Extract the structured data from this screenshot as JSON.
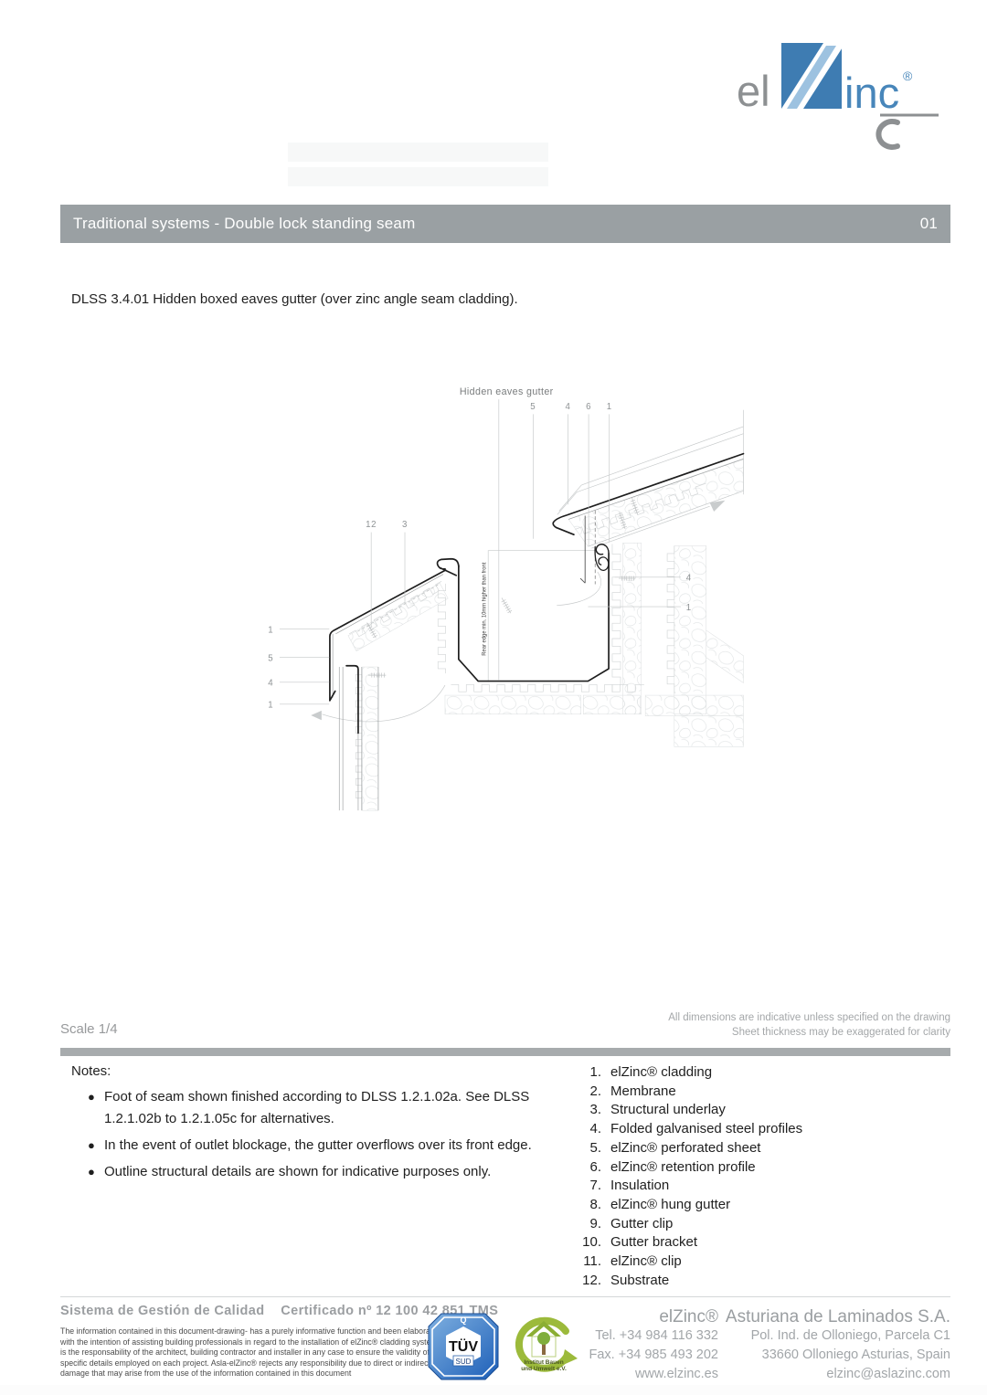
{
  "logo": {
    "el": "el",
    "inc": "inc",
    "reg": "®"
  },
  "header": {
    "title": "Traditional systems - Double lock standing seam",
    "page": "01"
  },
  "doc": {
    "title": "DLSS 3.4.01  Hidden boxed eaves gutter (over zinc angle seam cladding)."
  },
  "drawing": {
    "caption": "Hidden eaves gutter",
    "vertical_note": "Rear edge min. 10mm higher than front",
    "callouts_top": [
      "5",
      "4",
      "6",
      "1"
    ],
    "callouts_upper": [
      "12",
      "3"
    ],
    "callouts_left": [
      "1",
      "5",
      "4",
      "1"
    ],
    "callouts_right": [
      "4",
      "1"
    ]
  },
  "scale": {
    "label": "Scale 1/4"
  },
  "disclaimer": {
    "line1": "All dimensions are indicative unless specified on the drawing",
    "line2": "Sheet thickness may be exaggerated for clarity"
  },
  "notes": {
    "heading": "Notes:",
    "bullet": "●",
    "items": [
      "Foot of seam shown finished according to DLSS 1.2.1.02a.  See DLSS 1.2.1.02b to 1.2.1.05c for alternatives.",
      "In the event of outlet blockage, the gutter overflows over its front edge.",
      "Outline structural details are shown for indicative purposes only."
    ]
  },
  "legend": {
    "items": [
      {
        "num": "1.",
        "label": "elZinc® cladding"
      },
      {
        "num": "2.",
        "label": "Membrane"
      },
      {
        "num": "3.",
        "label": "Structural underlay"
      },
      {
        "num": "4.",
        "label": "Folded galvanised steel profiles"
      },
      {
        "num": "5.",
        "label": "elZinc® perforated sheet"
      },
      {
        "num": "6.",
        "label": "elZinc® retention profile"
      },
      {
        "num": "7.",
        "label": "Insulation"
      },
      {
        "num": "8.",
        "label": "elZinc® hung gutter"
      },
      {
        "num": "9.",
        "label": "Gutter clip"
      },
      {
        "num": "10.",
        "label": "Gutter bracket"
      },
      {
        "num": "11.",
        "label": "elZinc® clip"
      },
      {
        "num": "12.",
        "label": "Substrate"
      }
    ]
  },
  "footer": {
    "quality": "Sistema de Gestión de Calidad",
    "certificate": "Certificado nº 12 100 42 851 TMS",
    "fine_print": "The information contained in this document-drawing- has a purely informative function and been elaborated with the intention of assisting building professionals in regard to the installation of elZinc® cladding systems.It is the responsability of the architect, building contractor and installer in any case to ensure the validity of the specific details employed on each project. Asla-elZinc® rejects any responsibility due to direct or indirect damage that may arise from the use of the information contained in this document",
    "tuv": {
      "q": "Q",
      "name": "TÜV",
      "sud": "SUD"
    },
    "ibu": {
      "line1": "Institut Bauen",
      "line2": "und Umwelt e.V."
    },
    "contact": {
      "brand": "elZinc®",
      "tel": "Tel.  +34 984 116 332",
      "fax": "Fax. +34 985 493 202",
      "web": "www.elzinc.es",
      "company": "Asturiana de Laminados S.A.",
      "addr1": "Pol. Ind. de Olloniego, Parcela C1",
      "addr2": "33660 Olloniego  Asturias, Spain",
      "email": "elzinc@aslazinc.com"
    }
  }
}
